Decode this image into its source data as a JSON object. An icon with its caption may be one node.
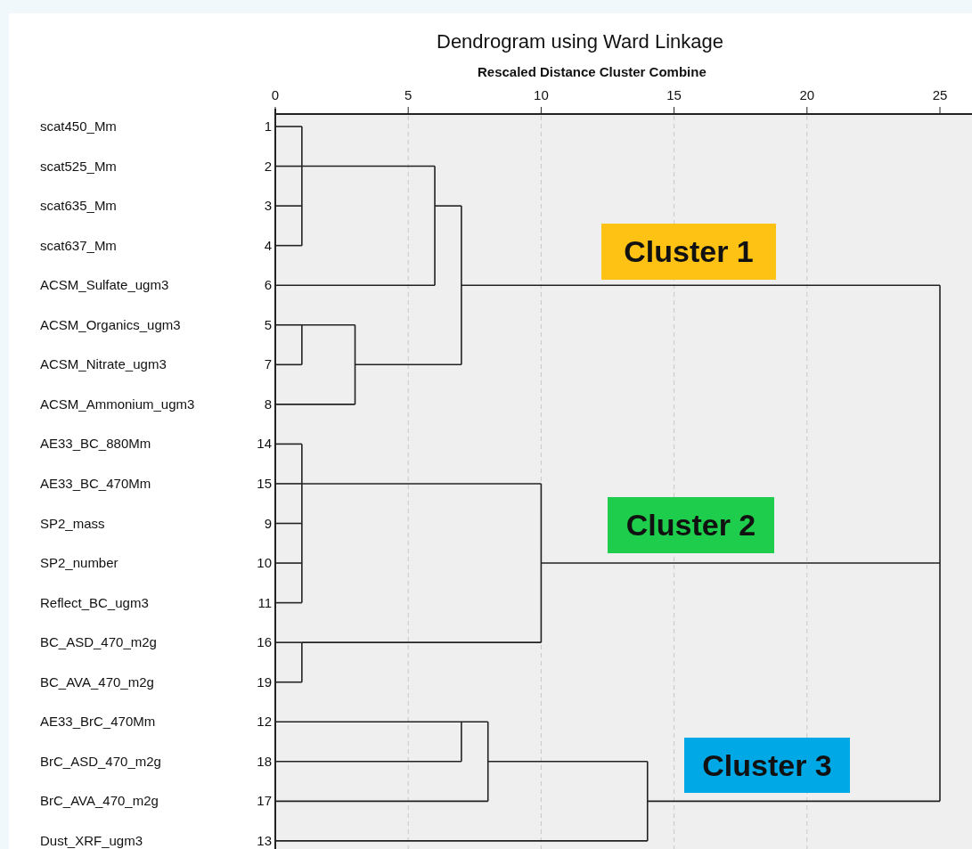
{
  "diagram": {
    "title": "Dendrogram using Ward Linkage",
    "nodes": [
      {
        "text": [
          "Cluster 1"
        ]
      },
      {
        "text": [
          "Cluster 2"
        ]
      },
      {
        "text": [
          "Cluster 3"
        ]
      }
    ],
    "labels": [
      "Rescaled Distance Cluster Combine",
      "0",
      "5",
      "10",
      "15",
      "20",
      "25",
      "scat450_Mm",
      "1",
      "scat525_Mm",
      "2",
      "scat635_Mm",
      "3",
      "scat637_Mm",
      "4",
      "ACSM_Sulfate_ugm3",
      "6",
      "ACSM_Organics_ugm3",
      "5",
      "ACSM_Nitrate_ugm3",
      "7",
      "ACSM_Ammonium_ugm3",
      "8",
      "AE33_BC_880Mm",
      "14",
      "AE33_BC_470Mm",
      "15",
      "SP2_mass",
      "9",
      "SP2_number",
      "10",
      "Reflect_BC_ugm3",
      "11",
      "BC_ASD_470_m2g",
      "16",
      "BC_AVA_470_m2g",
      "19",
      "AE33_BrC_470Mm",
      "12",
      "BrC_ASD_470_m2g",
      "18",
      "BrC_AVA_470_m2g",
      "17",
      "Dust_XRF_ugm3",
      "13"
    ]
  }
}
